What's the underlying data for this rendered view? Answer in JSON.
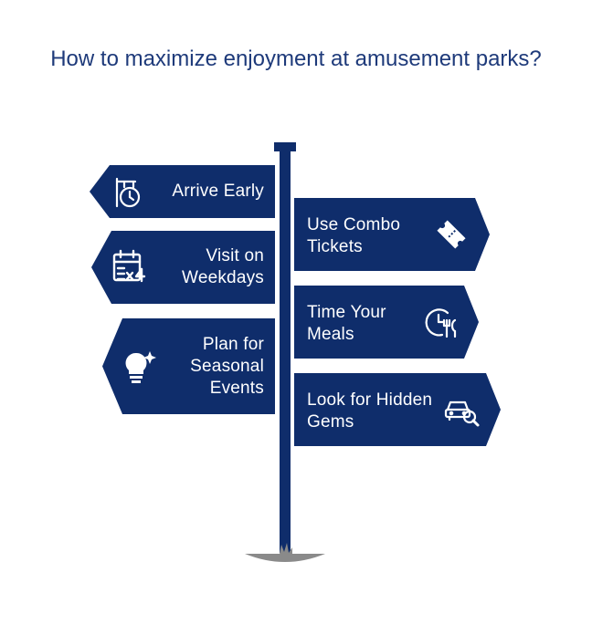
{
  "title": "How to maximize enjoyment at amusement parks?",
  "colors": {
    "sign": "#0f2d6b",
    "title": "#1e3a7a",
    "ground": "#8a8a8a"
  },
  "signs": {
    "arrive_early": {
      "label": "Arrive Early",
      "icon": "clock-icon"
    },
    "weekdays": {
      "label": "Visit on Weekdays",
      "icon": "calendar-icon"
    },
    "seasonal": {
      "label": "Plan for Seasonal Events",
      "icon": "lightbulb-sparkle-icon"
    },
    "combo": {
      "label": "Use Combo Tickets",
      "icon": "ticket-icon"
    },
    "meals": {
      "label": "Time Your Meals",
      "icon": "clock-fork-icon"
    },
    "gems": {
      "label": "Look for Hidden Gems",
      "icon": "car-search-icon"
    }
  }
}
